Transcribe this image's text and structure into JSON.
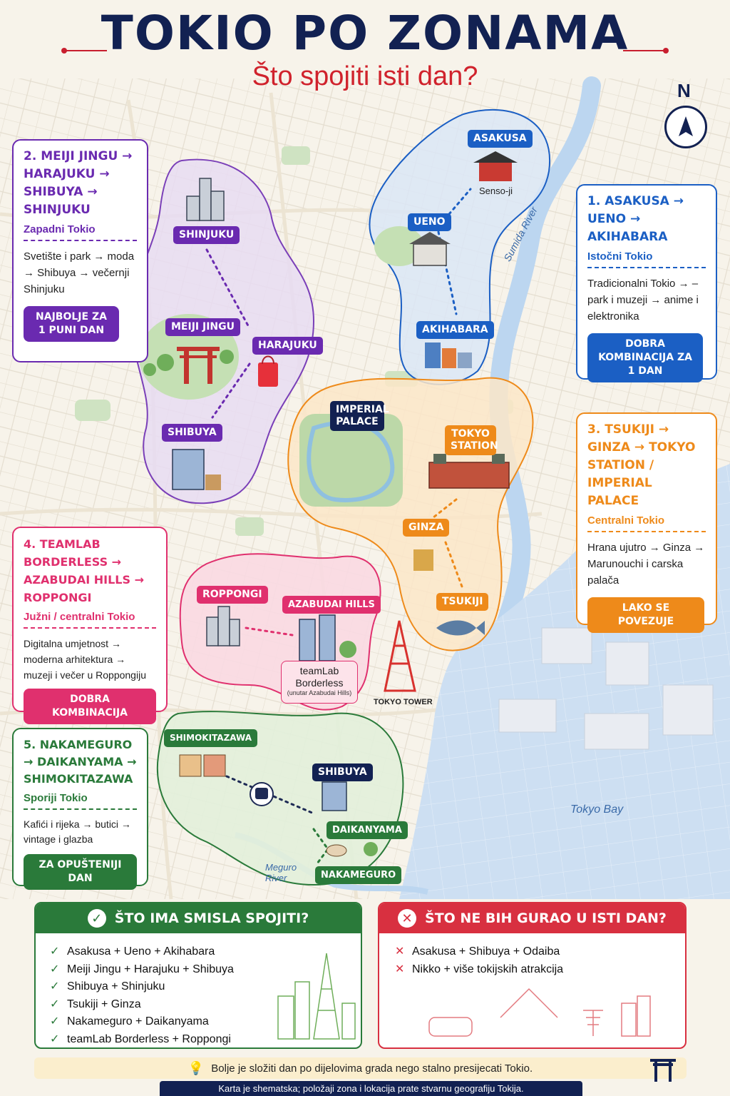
{
  "header": {
    "title": "TOKIO PO ZONAMA",
    "subtitle": "Što spojiti isti dan?"
  },
  "compass": {
    "label": "N"
  },
  "map_labels": {
    "asakusa": "ASAKUSA",
    "senso_ji": "Senso-ji",
    "ueno": "UENO",
    "akihabara": "AKIHABARA",
    "sumida_river": "Sumida River",
    "shinjuku": "SHINJUKU",
    "meiji_jingu": "MEIJI JINGU",
    "harajuku": "HARAJUKU",
    "shibuya": "SHIBUYA",
    "imperial_palace": "IMPERIAL PALACE",
    "tokyo_station": "TOKYO STATION",
    "ginza": "GINZA",
    "tsukiji": "TSUKIJI",
    "roppongi": "ROPPONGI",
    "azabudai_hills": "AZABUDAI HILLS",
    "teamlab": "teamLab Borderless",
    "teamlab_note": "(unutar Azabudai Hills)",
    "tokyo_tower": "TOKYO TOWER",
    "shimokitazawa": "SHIMOKITAZAWA",
    "shibuya_south": "SHIBUYA",
    "daikanyama": "DAIKANYAMA",
    "nakameguro": "NAKAMEGURO",
    "meguro_river": "Meguro River",
    "tokyo_bay": "Tokyo Bay"
  },
  "routes": [
    {
      "title": "1. ASAKUSA → UENO → AKIHABARA",
      "area": "Istočni Tokio",
      "description": "Tradicionalni Tokio → – park i muzeji → anime i elektronika",
      "badge": "DOBRA KOMBINACIJA ZA 1 DAN",
      "color": "#1b5fc4"
    },
    {
      "title": "2. MEIJI JINGU → HARAJUKU → SHIBUYA → SHINJUKU",
      "area": "Zapadni Tokio",
      "description": "Svetište i park → moda → Shibuya → večernji Shinjuku",
      "badge": "NAJBOLJE ZA 1 PUNI DAN",
      "color": "#6a2ab0"
    },
    {
      "title": "3. TSUKIJI → GINZA → TOKYO STATION / IMPERIAL PALACE",
      "area": "Centralni Tokio",
      "description": "Hrana ujutro → Ginza → Marunouchi i carska palača",
      "badge": "LAKO SE POVEZUJE",
      "color": "#ee8a1a"
    },
    {
      "title": "4. TEAMLAB BORDERLESS → AZABUDAI HILLS → ROPPONGI",
      "area": "Južni / centralni Tokio",
      "description": "Digitalna umjetnost → moderna arhitektura → muzeji i večer u Roppongiju",
      "badge": "DOBRA KOMBINACIJA",
      "color": "#e0306e"
    },
    {
      "title": "5. NAKAMEGURO → DAIKANYAMA → SHIMOKITAZAWA",
      "area": "Sporiji Tokio",
      "description": "Kafići i rijeka → butici → vintage i glazba",
      "badge": "ZA OPUŠTENIJI DAN",
      "color": "#2a7a3a"
    }
  ],
  "good_combos": {
    "title": "ŠTO IMA SMISLA SPOJITI?",
    "items": [
      "Asakusa + Ueno + Akihabara",
      "Meiji Jingu + Harajuku + Shibuya",
      "Shibuya + Shinjuku",
      "Tsukiji + Ginza",
      "Nakameguro + Daikanyama",
      "teamLab Borderless + Roppongi"
    ],
    "color": "#2a7a3a"
  },
  "bad_combos": {
    "title": "ŠTO NE BIH GURAO U ISTI DAN?",
    "items": [
      "Asakusa + Shibuya + Odaiba",
      "Nikko + više tokijskih atrakcija"
    ],
    "color": "#d83040"
  },
  "tip": "Bolje je složiti dan po dijelovima grada nego stalno presijecati Tokio.",
  "footer": "Karta je shematska; položaji zona i lokacija prate stvarnu geografiju Tokija."
}
